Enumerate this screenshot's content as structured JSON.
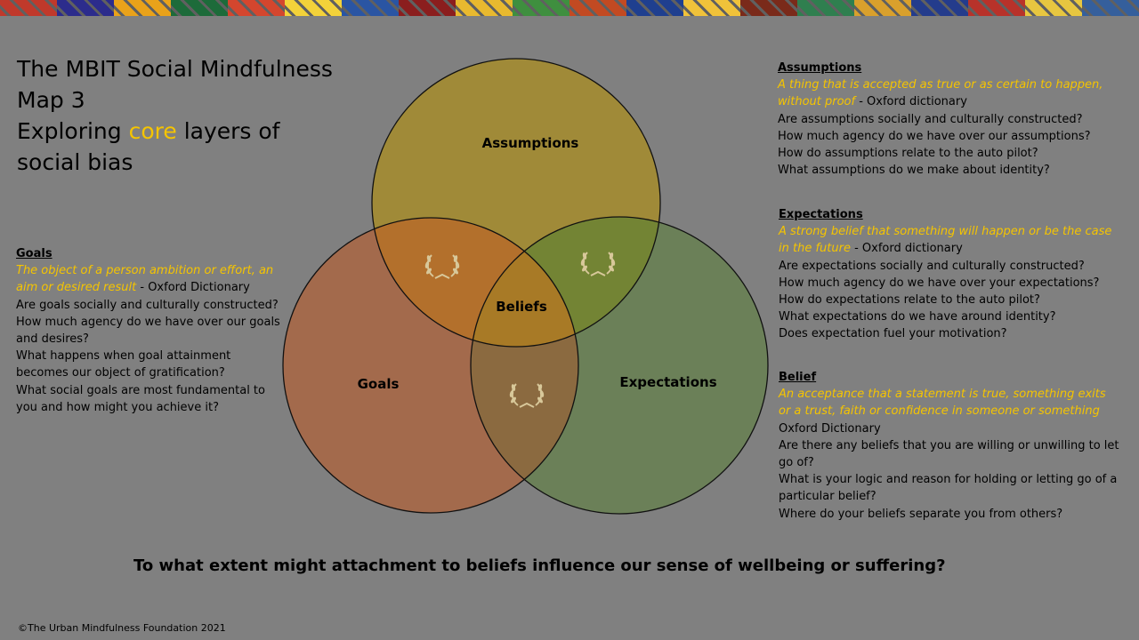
{
  "banner_colors": [
    "#c0392b",
    "#2c2c8c",
    "#e9a21a",
    "#1d6b3a",
    "#d4462e",
    "#f3d23a",
    "#2a55a3",
    "#8b1e1e",
    "#e8b92f",
    "#3f8f3f",
    "#c24a22",
    "#1f3f8f",
    "#f0c23a",
    "#7a2a1a",
    "#2f7f4f",
    "#d9a02c",
    "#243c8c",
    "#b8322a",
    "#e7c640",
    "#355f9c"
  ],
  "title": {
    "line1": "The MBIT Social Mindfulness",
    "line2": "Map 3",
    "line3_pre": "Exploring ",
    "line3_hl": "core",
    "line3_post": " layers of",
    "line4": "social bias"
  },
  "venn": {
    "assumptions_label": "Assumptions",
    "goals_label": "Goals",
    "expectations_label": "Expectations",
    "beliefs_label": "Beliefs",
    "colors": {
      "assumptions": "#a08a38",
      "goals": "#a36a4c",
      "expectations": "#6b8058",
      "overlap_ag": "#b3702c",
      "overlap_ae": "#738434",
      "overlap_ge": "#8b6a40",
      "center": "#a87a26"
    },
    "icon": "laurel-wreath-icon"
  },
  "goals": {
    "heading": "Goals",
    "definition": "The object of a person ambition or effort, an aim or desired result",
    "source": " - Oxford Dictionary",
    "lines": [
      "Are goals socially and culturally constructed?",
      "How much agency do we have over our goals and desires?",
      "What happens when goal attainment becomes our object of gratification?",
      "What social goals are most fundamental to you and how might you achieve it?"
    ]
  },
  "assumptions": {
    "heading": "Assumptions",
    "definition": "A thing that is accepted as true or as certain to happen, without proof",
    "source": "  - Oxford dictionary",
    "lines": [
      "Are assumptions socially and culturally constructed?",
      "How much agency do we have over our assumptions?",
      "How do assumptions relate to the auto pilot?",
      "What assumptions do we make about identity?"
    ]
  },
  "expectations": {
    "heading": "Expectations",
    "definition": "A strong belief that something will happen or be the case in the future",
    "source": " - Oxford dictionary",
    "lines": [
      "Are expectations socially and culturally constructed?",
      "How much agency do we have over your expectations?",
      "How do expectations relate to the auto pilot?",
      "What expectations do we have around identity?",
      "Does expectation fuel your motivation?"
    ]
  },
  "belief": {
    "heading": "Belief",
    "definition": "An acceptance that a statement is true, something exits or a trust, faith or confidence in someone or something",
    "source_line": "Oxford Dictionary",
    "lines": [
      "Are there any beliefs that you are willing or unwilling to let go of?",
      "What is your logic and reason for holding or letting go of a particular belief?",
      "Where do your beliefs separate you from others?"
    ]
  },
  "question": "To what extent might attachment to beliefs influence our sense of wellbeing or suffering?",
  "copyright": "©The Urban Mindfulness Foundation 2021"
}
